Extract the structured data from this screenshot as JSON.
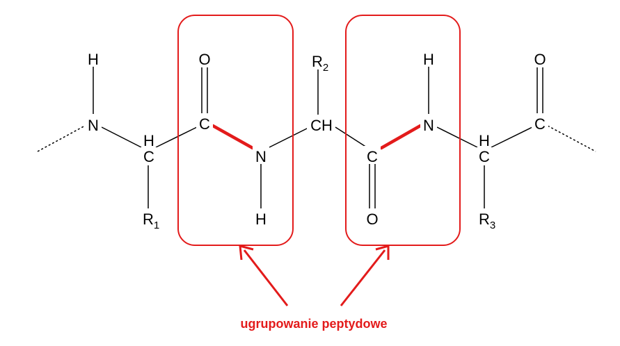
{
  "atoms": {
    "n1": "N",
    "h_n1": "H",
    "h_ca1": "H",
    "ca1": "C",
    "r1": "R",
    "r1_sub": "1",
    "c1": "C",
    "o1": "O",
    "n2": "N",
    "h_n2": "H",
    "ca2": "CH",
    "r2": "R",
    "r2_sub": "2",
    "c2": "C",
    "o2": "O",
    "n3": "N",
    "h_n3": "H",
    "h_ca3": "H",
    "ca3": "C",
    "r3": "R",
    "r3_sub": "3",
    "c3": "C",
    "o3": "O"
  },
  "caption": "ugrupowanie peptydowe",
  "colors": {
    "bond": "#000000",
    "highlight": "#e31b1b"
  }
}
